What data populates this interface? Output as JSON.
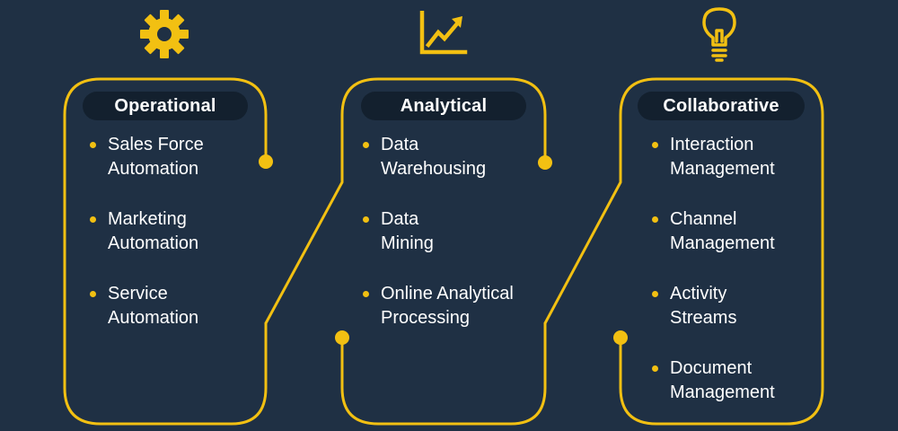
{
  "colors": {
    "background": "#1f3044",
    "accent": "#f2c012",
    "pill": "#13202e",
    "text": "#ffffff"
  },
  "columns": [
    {
      "icon": "gear-icon",
      "title": "Operational",
      "items": [
        "Sales Force\nAutomation",
        "Marketing\nAutomation",
        "Service\nAutomation"
      ]
    },
    {
      "icon": "chart-trend-up-icon",
      "title": "Analytical",
      "items": [
        "Data\nWarehousing",
        "Data\nMining",
        "Online Analytical\nProcessing"
      ]
    },
    {
      "icon": "lightbulb-icon",
      "title": "Collaborative",
      "items": [
        "Interaction\nManagement",
        "Channel\nManagement",
        "Activity\nStreams",
        "Document\nManagement"
      ]
    }
  ]
}
